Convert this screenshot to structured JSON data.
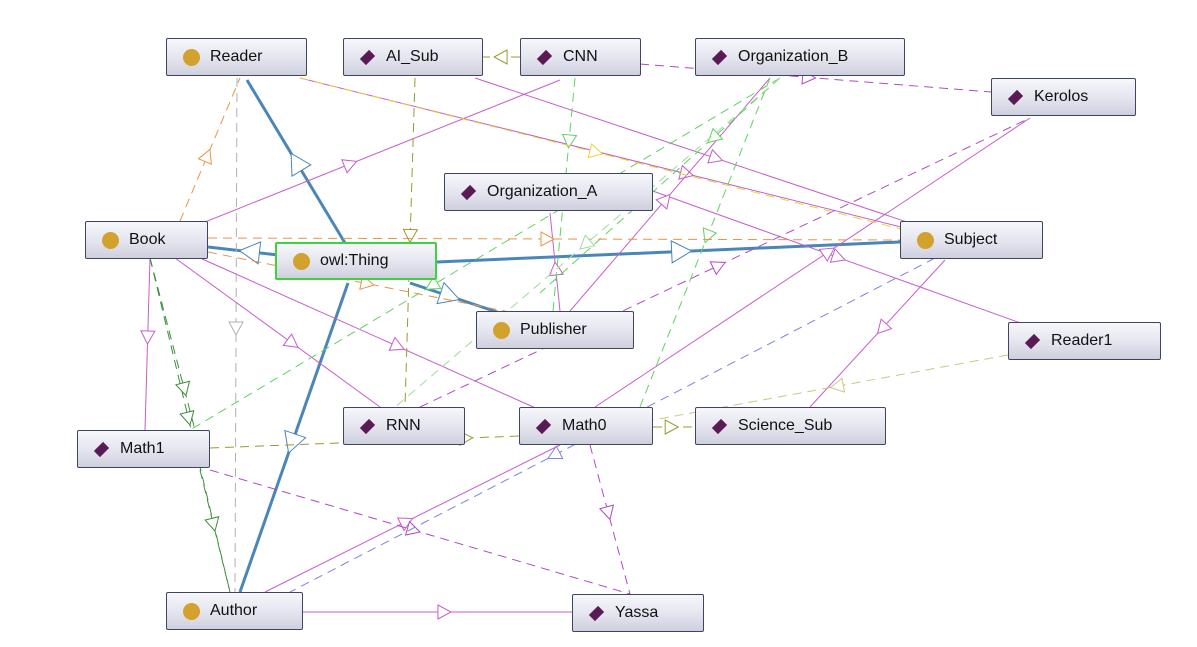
{
  "colors": {
    "class": "#d3a12d",
    "individual": "#5a1b54",
    "subclass": "#4a86b8",
    "selected_border": "#3fd13f"
  },
  "nodes": [
    {
      "id": "reader",
      "label": "Reader",
      "kind": "class"
    },
    {
      "id": "ai_sub",
      "label": "AI_Sub",
      "kind": "individual"
    },
    {
      "id": "cnn",
      "label": "CNN",
      "kind": "individual"
    },
    {
      "id": "org_b",
      "label": "Organization_B",
      "kind": "individual"
    },
    {
      "id": "kerolos",
      "label": "Kerolos",
      "kind": "individual"
    },
    {
      "id": "org_a",
      "label": "Organization_A",
      "kind": "individual"
    },
    {
      "id": "book",
      "label": "Book",
      "kind": "class"
    },
    {
      "id": "thing",
      "label": "owl:Thing",
      "kind": "class",
      "selected": true
    },
    {
      "id": "subject",
      "label": "Subject",
      "kind": "class"
    },
    {
      "id": "publisher",
      "label": "Publisher",
      "kind": "class"
    },
    {
      "id": "reader1",
      "label": "Reader1",
      "kind": "individual"
    },
    {
      "id": "rnn",
      "label": "RNN",
      "kind": "individual"
    },
    {
      "id": "math0",
      "label": "Math0",
      "kind": "individual"
    },
    {
      "id": "science_sub",
      "label": "Science_Sub",
      "kind": "individual"
    },
    {
      "id": "math1",
      "label": "Math1",
      "kind": "individual"
    },
    {
      "id": "author",
      "label": "Author",
      "kind": "class"
    },
    {
      "id": "yassa",
      "label": "Yassa",
      "kind": "individual"
    }
  ]
}
